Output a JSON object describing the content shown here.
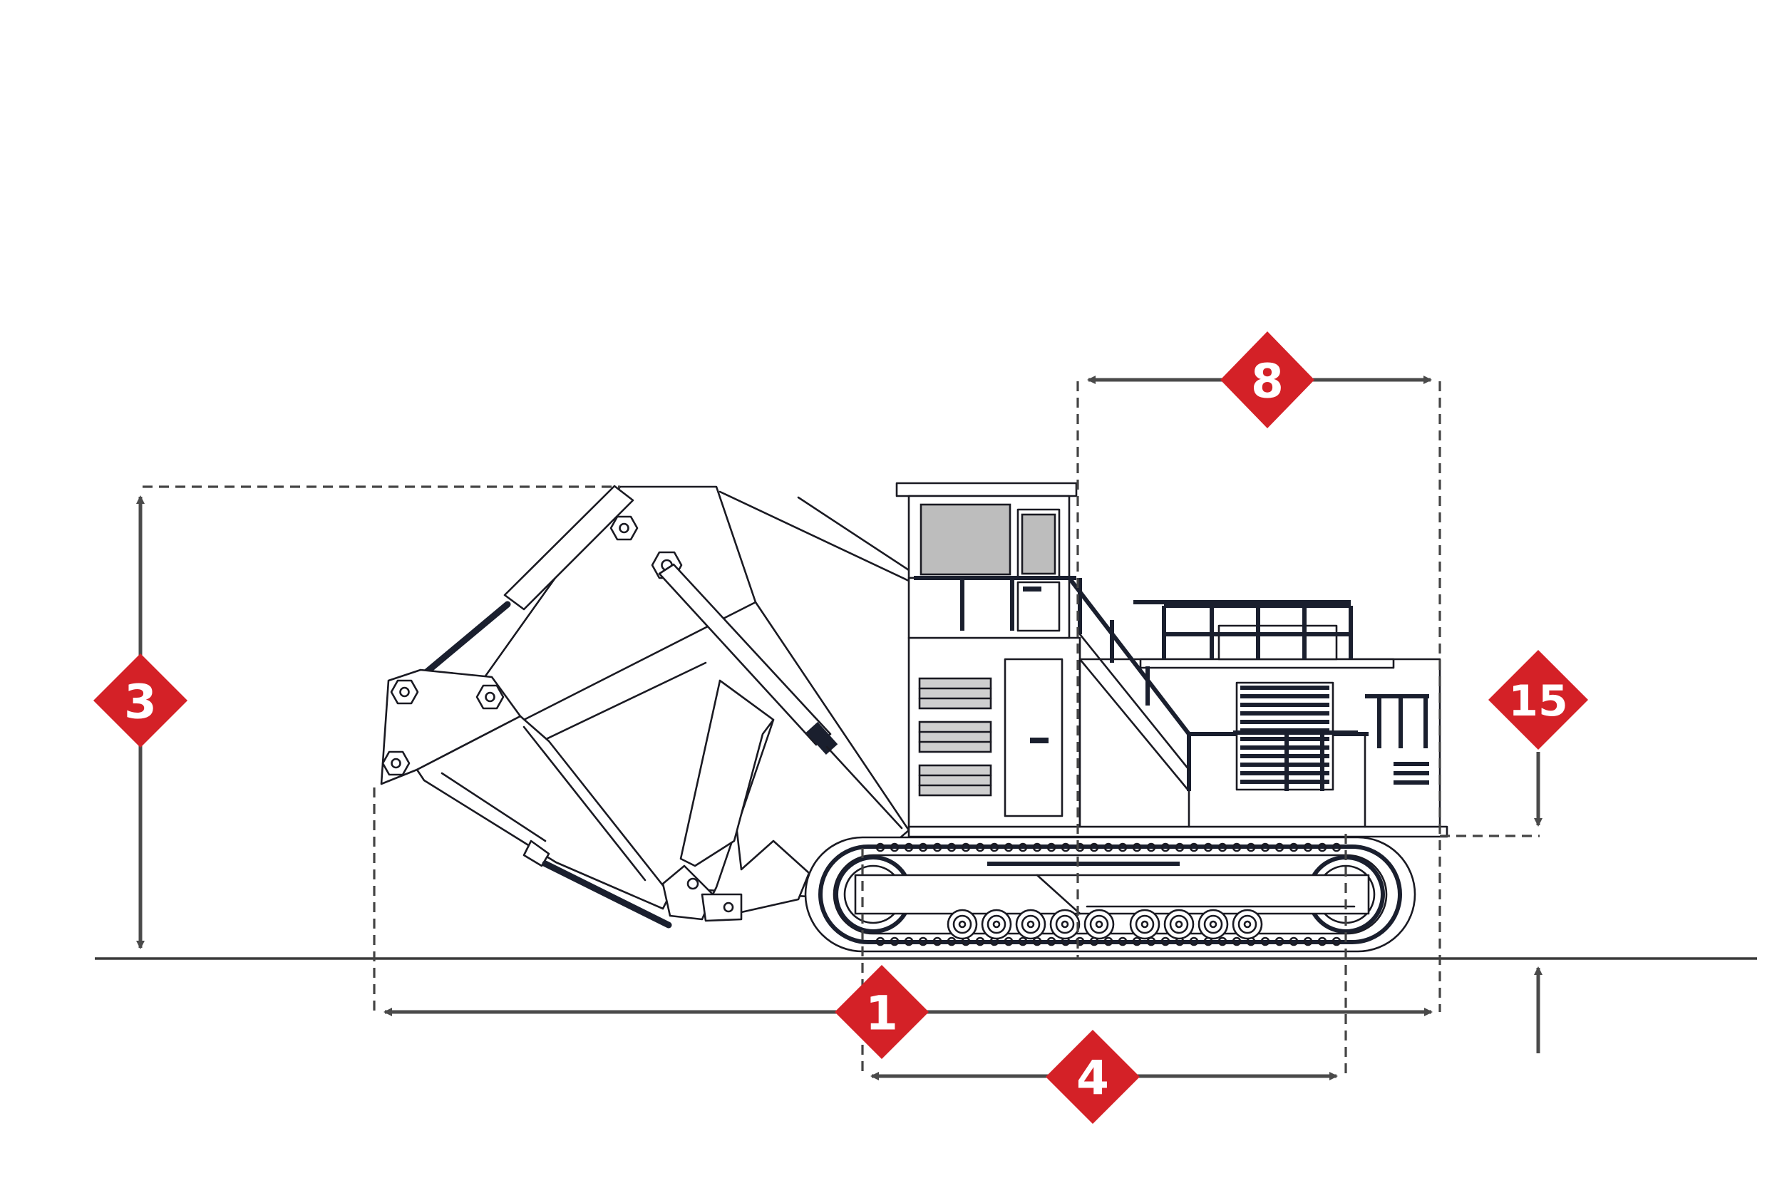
{
  "diagram": {
    "subject": "mining-excavator-front-shovel",
    "colors": {
      "badge": "#d42127",
      "badge_text": "#ffffff",
      "line": "#1a1a22",
      "dimension": "#4a4a4a",
      "cab_glass": "#bdbdbd"
    },
    "badges": [
      {
        "id": "overall-length",
        "label": "1"
      },
      {
        "id": "overall-height",
        "label": "3"
      },
      {
        "id": "track-length",
        "label": "4"
      },
      {
        "id": "tail-radius",
        "label": "8"
      },
      {
        "id": "ground-clearance",
        "label": "15"
      }
    ]
  }
}
